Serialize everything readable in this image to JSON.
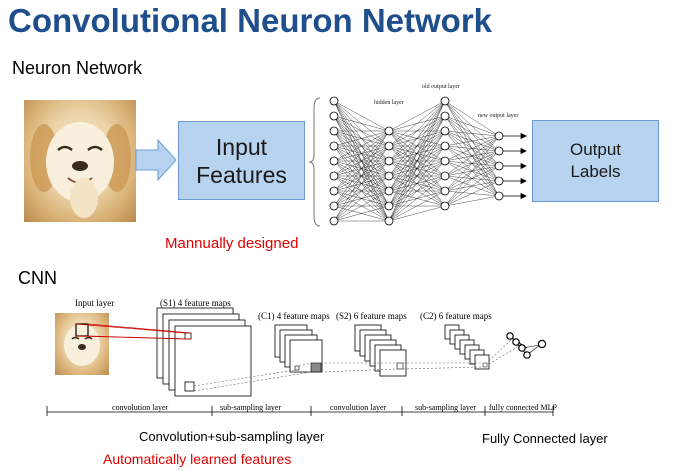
{
  "title": "Convolutional Neuron Network",
  "neuron_section": {
    "label": "Neuron Network",
    "input_box": {
      "line1": "Input",
      "line2": "Features"
    },
    "output_box": {
      "line1": "Output",
      "line2": "Labels"
    },
    "note": "Mannually designed",
    "net_labels": {
      "hidden": "hidden layer",
      "old_output": "old output layer",
      "new_output": "new output layer"
    }
  },
  "cnn_section": {
    "label": "CNN",
    "layer_labels": {
      "input": "Input layer",
      "s1": "(S1) 4 feature maps",
      "c1": "(C1) 4 feature maps",
      "s2": "(S2) 6 feature maps",
      "c2": "(C2) 6 feature maps"
    },
    "bottom_labels": [
      "convolution layer",
      "sub-sampling layer",
      "convolution layer",
      "sub-sampling layer",
      "fully connected MLP"
    ],
    "caption_conv": "Convolution+sub-sampling layer",
    "caption_fc": "Fully Connected layer",
    "note": "Automatically learned features"
  },
  "colors": {
    "title": "#1f4e8c",
    "box_fill": "#b8d3f0",
    "note_red": "#e00000"
  }
}
